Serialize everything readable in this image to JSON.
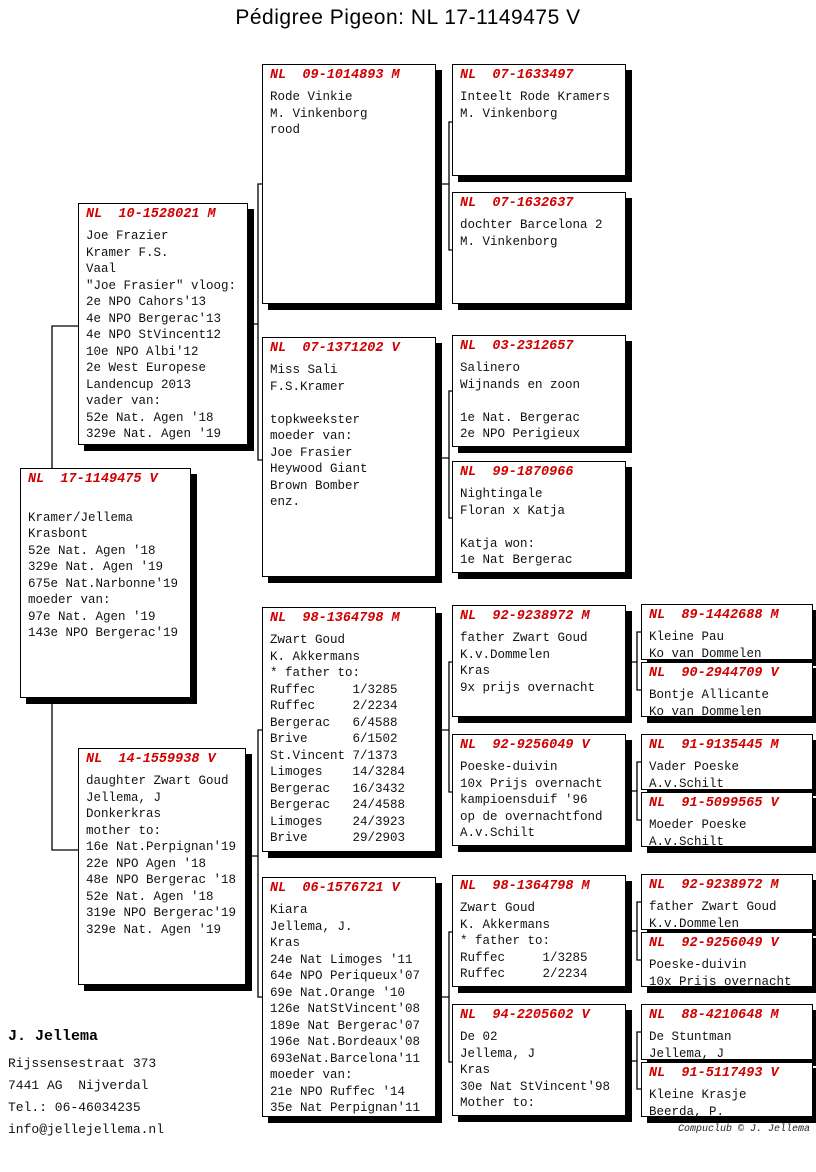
{
  "title": "Pédigree Pigeon: NL  17-1149475 V",
  "colors": {
    "ring_red": "#d10000",
    "line_black": "#000000",
    "background": "#ffffff"
  },
  "boxes": {
    "subject": {
      "ring": "NL  17-1149475 V",
      "body": "\nKramer/Jellema\nKrasbont\n52e Nat. Agen '18\n329e Nat. Agen '19\n675e Nat.Narbonne'19\nmoeder van:\n97e Nat. Agen '19\n143e NPO Bergerac'19"
    },
    "b10": {
      "ring": "NL  10-1528021 M",
      "body": "Joe Frazier\nKramer F.S.\nVaal\n\"Joe Frasier\" vloog:\n2e NPO Cahors'13\n4e NPO Bergerac'13\n4e NPO StVincent12\n10e NPO Albi'12\n2e West Europese\nLandencup 2013\nvader van:\n52e Nat. Agen '18\n329e Nat. Agen '19"
    },
    "b14": {
      "ring": "NL  14-1559938 V",
      "body": "daughter Zwart Goud\nJellema, J\nDonkerkras\nmother to:\n16e Nat.Perpignan'19\n22e NPO Agen '18\n48e NPO Bergerac '18\n52e Nat. Agen '18\n319e NPO Bergerac'19\n329e Nat. Agen '19"
    },
    "c09": {
      "ring": "NL  09-1014893 M",
      "body": "Rode Vinkie\nM. Vinkenborg\nrood"
    },
    "c07": {
      "ring": "NL  07-1371202 V",
      "body": "Miss Sali\nF.S.Kramer\n\ntopkweekster\nmoeder van:\nJoe Frasier\nHeywood Giant\nBrown Bomber\nenz."
    },
    "c98": {
      "ring": "NL  98-1364798 M",
      "body": "Zwart Goud\nK. Akkermans\n* father to:\nRuffec     1/3285\nRuffec     2/2234\nBergerac   6/4588\nBrive      6/1502\nSt.Vincent 7/1373\nLimoges    14/3284\nBergerac   16/3432\nBergerac   24/4588\nLimoges    24/3923\nBrive      29/2903"
    },
    "c06": {
      "ring": "NL  06-1576721 V",
      "body": "Kiara\nJellema, J.\nKras\n24e Nat Limoges '11\n64e NPO Periqueux'07\n69e Nat.Orange '10\n126e NatStVincent'08\n189e Nat Bergerac'07\n196e Nat.Bordeaux'08\n693eNat.Barcelona'11\nmoeder van:\n21e NPO Ruffec '14\n35e Nat Perpignan'11"
    },
    "d1633497": {
      "ring": "NL  07-1633497",
      "body": "Inteelt Rode Kramers\nM. Vinkenborg"
    },
    "d1632637": {
      "ring": "NL  07-1632637",
      "body": "dochter Barcelona 2\nM. Vinkenborg"
    },
    "d2312657": {
      "ring": "NL  03-2312657",
      "body": "Salinero\nWijnands en zoon\n\n1e Nat. Bergerac\n2e NPO Perigieux"
    },
    "d1870966": {
      "ring": "NL  99-1870966",
      "body": "Nightingale\nFloran x Katja\n\nKatja won:\n1e Nat Bergerac"
    },
    "d9238972": {
      "ring": "NL  92-9238972 M",
      "body": "father Zwart Goud\nK.v.Dommelen\nKras\n9x prijs overnacht"
    },
    "d9256049": {
      "ring": "NL  92-9256049 V",
      "body": "Poeske-duivin\n10x Prijs overnacht\nkampioensduif '96\nop de overnachtfond\nA.v.Schilt"
    },
    "d98": {
      "ring": "NL  98-1364798 M",
      "body": "Zwart Goud\nK. Akkermans\n* father to:\nRuffec     1/3285\nRuffec     2/2234"
    },
    "d94": {
      "ring": "NL  94-2205602 V",
      "body": "De 02\nJellema, J\nKras\n30e Nat StVincent'98\nMother to:"
    },
    "e89": {
      "ring": "NL  89-1442688 M",
      "body": "Kleine Pau\nKo van Dommelen"
    },
    "e90": {
      "ring": "NL  90-2944709 V",
      "body": "Bontje Allicante\nKo van Dommelen"
    },
    "e91m": {
      "ring": "NL  91-9135445 M",
      "body": "Vader Poeske\nA.v.Schilt"
    },
    "e91v": {
      "ring": "NL  91-5099565 V",
      "body": "Moeder Poeske\nA.v.Schilt"
    },
    "e92m": {
      "ring": "NL  92-9238972 M",
      "body": "father Zwart Goud\nK.v.Dommelen"
    },
    "e92v": {
      "ring": "NL  92-9256049 V",
      "body": "Poeske-duivin\n10x Prijs overnacht"
    },
    "e88": {
      "ring": "NL  88-4210648 M",
      "body": "De Stuntman\nJellema, J"
    },
    "e91k": {
      "ring": "NL  91-5117493 V",
      "body": "Kleine Krasje\nBeerda, P."
    }
  },
  "owner": {
    "name": "J. Jellema",
    "lines": "Rijssensestraat 373\n7441 AG  Nijverdal\nTel.: 06-46034235\ninfo@jellejellema.nl"
  },
  "footer": "Compuclub © J. Jellema"
}
